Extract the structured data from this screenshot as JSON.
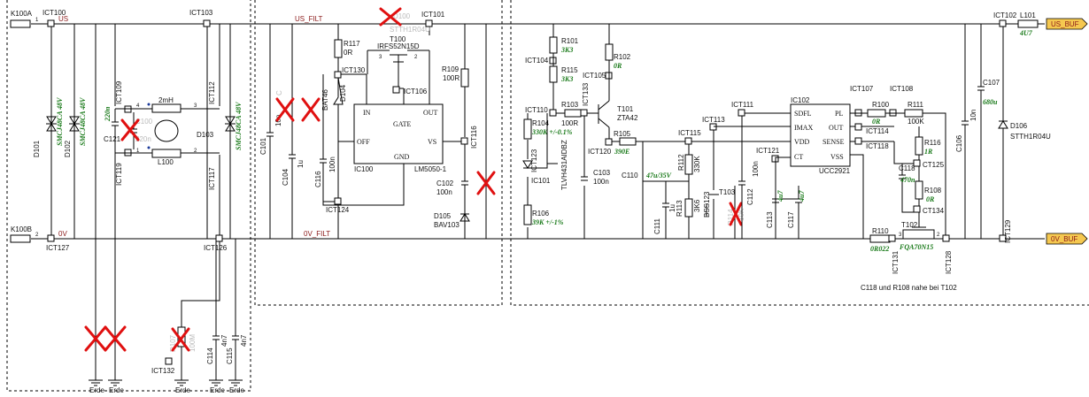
{
  "nets": {
    "us": "US",
    "us_filt": "US_FILT",
    "zero_v": "0V",
    "zero_v_filt": "0V_FILT",
    "us_buf": "US_BUF",
    "zero_v_buf": "0V_BUF",
    "erde": "Erde"
  },
  "connectors": {
    "k100a": "K100A",
    "k100b": "K100B",
    "k100a_pin": "1",
    "k100b_pin": "2",
    "l101": "L101",
    "l101_val": "4U7"
  },
  "testpoints": {
    "ict100": "ICT100",
    "ict127": "ICT127",
    "ict109": "ICT109",
    "ict119": "ICT119",
    "ict112": "ICT112",
    "ict117": "ICT117",
    "ict103": "ICT103",
    "ict126": "ICT126",
    "ict132": "ICT132",
    "ict130": "ICT130",
    "ict124": "ICT124",
    "ict101": "ICT101",
    "ict106": "ICT106",
    "ict116": "ICT116",
    "ict104": "ICT104",
    "ict110": "ICT110",
    "ict123": "ICT123",
    "ict133": "ICT133",
    "ict105": "ICT105",
    "ict120": "ICT120",
    "ict115": "ICT115",
    "ict113": "ICT113",
    "ict111": "ICT111",
    "ict121": "ICT121",
    "ict107": "ICT107",
    "ict108": "ICT108",
    "ict114": "ICT114",
    "ict118": "ICT118",
    "ct125": "CT125",
    "ct134": "CT134",
    "ict131": "ICT131",
    "ict128": "ICT128",
    "ict102": "ICT102",
    "ict129": "ICT129"
  },
  "components": {
    "d101": "D101",
    "d101_val": "SMCJ48CA 48V",
    "d102": "D102",
    "d102_val": "SMCJ48CA 48V",
    "d103": "D103",
    "d103_val": "SMCJ48CA 48V",
    "c121": "C121",
    "c121_val": "220n",
    "c100": "C100",
    "c100_val": "220n",
    "l100": "L100",
    "l100_val": "2mH",
    "c101": "C101",
    "c101_val": "10n",
    "c104": "C104",
    "c104_val": "1u",
    "r117": "R117",
    "r117_val": "0R",
    "d104": "D104",
    "d104_val": "BAT46",
    "c116": "C116",
    "c116_val": "100n",
    "d100": "D100",
    "d100_val": "STTH1R04U",
    "t100": "T100",
    "t100_val": "IRFS52N15D",
    "r109": "R109",
    "r109_val": "100R",
    "c102": "C102",
    "c102_val": "100n",
    "d105": "D105",
    "d105_val": "BAV103",
    "ic100": "IC100",
    "ic100_val": "LM5050-1",
    "ic100_in": "IN",
    "ic100_gate": "GATE",
    "ic100_out": "OUT",
    "ic100_off": "OFF",
    "ic100_gnd": "GND",
    "ic100_vs": "VS",
    "c107a": "C107",
    "c106a": "C106",
    "r101": "R101",
    "r101_val": "3K3",
    "r115": "R115",
    "r115_val": "3K3",
    "r104": "R104",
    "r104_val": "330K +/-0.1%",
    "r106": "R106",
    "r106_val": "39K +/-1%",
    "ic101": "IC101",
    "ic101_val": "TLVH431AIDBZ",
    "r103": "R103",
    "r103_val": "100R",
    "r102": "R102",
    "r102_val": "0R",
    "t101": "T101",
    "t101_val": "ZTA42",
    "c103": "C103",
    "c103_val": "100n",
    "r105": "R105",
    "r105_val": "390E",
    "c110": "C110",
    "c110_val": "47u/35V",
    "c111": "C111",
    "c111_val": "1u",
    "r113": "R113",
    "r113_val": "3K6",
    "r112": "R112",
    "r112_val": "330K",
    "t103": "T103",
    "t103_val": "BSS123",
    "r114": "R114",
    "r114_val": "10K",
    "c112": "C112",
    "c112_val": "100n",
    "c113": "C113",
    "c113_val": "4u7",
    "c117": "C117",
    "c117_val": "4u7",
    "ic102": "IC102",
    "ic102_val": "UCC2921",
    "ic102_sdfl": "SDFL",
    "ic102_imax": "IMAX",
    "ic102_vdd": "VDD",
    "ic102_ct": "CT",
    "ic102_pl": "PL",
    "ic102_out": "OUT",
    "ic102_sense": "SENSE",
    "ic102_vss": "VSS",
    "r100": "R100",
    "r100_val": "0R",
    "r111": "R111",
    "r111_val": "100K",
    "r116": "R116",
    "r116_val": "1R",
    "c118": "C118",
    "c118_val": "470n",
    "r108": "R108",
    "r108_val": "0R",
    "r110": "R110",
    "r110_val": "0R022",
    "t102": "T102",
    "t102_val": "FQA70N15",
    "c106": "C106",
    "c106_val": "10n",
    "c107": "C107",
    "c107_val": "680u",
    "d106": "D106",
    "d106_val": "STTH1R04U",
    "c114": "C114",
    "c114_val": "4n7",
    "c115": "C115",
    "c115_val": "4n7",
    "r107": "R107",
    "r107_val": "100M"
  },
  "notes": {
    "placement": "C118 und R108 nahe bei T102"
  },
  "colors": {
    "wire": "#000000",
    "value_text": "#1a7a1a",
    "net_label": "#8b1a1a",
    "dnp_mark": "#e01010",
    "dnp_text": "#bbbbbb",
    "net_flag": "#f5c850"
  }
}
